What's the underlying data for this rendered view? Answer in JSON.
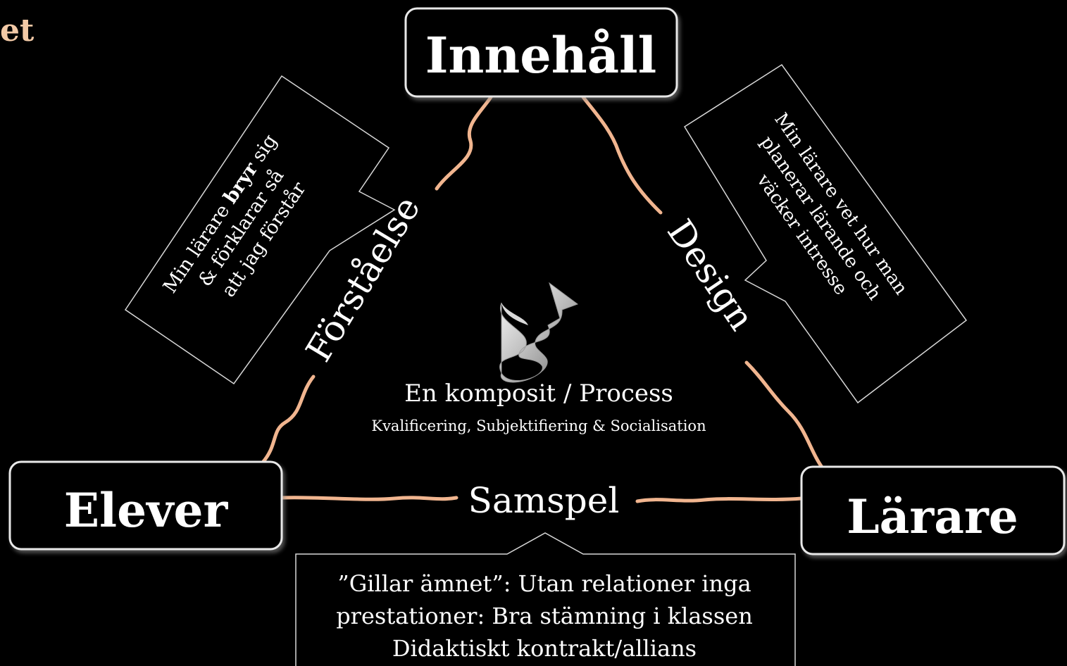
{
  "corner_title": "et",
  "nodes": {
    "content": "Innehåll",
    "students": "Elever",
    "teachers": "Lärare"
  },
  "edges": {
    "left": "Förståelse",
    "right": "Design",
    "bottom": "Samspel"
  },
  "center": {
    "title": "En komposit / Process",
    "subtitle": "Kvalificering, Subjektifiering & Socialisation"
  },
  "callouts": {
    "left": {
      "lines": [
        {
          "parts": [
            {
              "text": "Min lärare "
            },
            {
              "text": "bryr",
              "bold": true
            },
            {
              "text": " sig"
            }
          ]
        },
        {
          "parts": [
            {
              "text": "& förklarar så"
            }
          ]
        },
        {
          "parts": [
            {
              "text": "att jag förstår"
            }
          ]
        }
      ]
    },
    "right": {
      "lines": [
        {
          "parts": [
            {
              "text": "Min lärare vet hur man"
            }
          ]
        },
        {
          "parts": [
            {
              "text": "planerar lärande och"
            }
          ]
        },
        {
          "parts": [
            {
              "text": "väcker intresse"
            }
          ]
        }
      ]
    },
    "bottom": {
      "lines": [
        "”Gillar ämnet”: Utan relationer inga",
        "prestationer: Bra stämning i klassen",
        "Didaktiskt kontrakt/allians"
      ]
    }
  },
  "colors": {
    "background": "#000000",
    "edge": "#f1b58f",
    "corner_title": "#f2c9a6",
    "box_border": "#e8e8e8"
  }
}
